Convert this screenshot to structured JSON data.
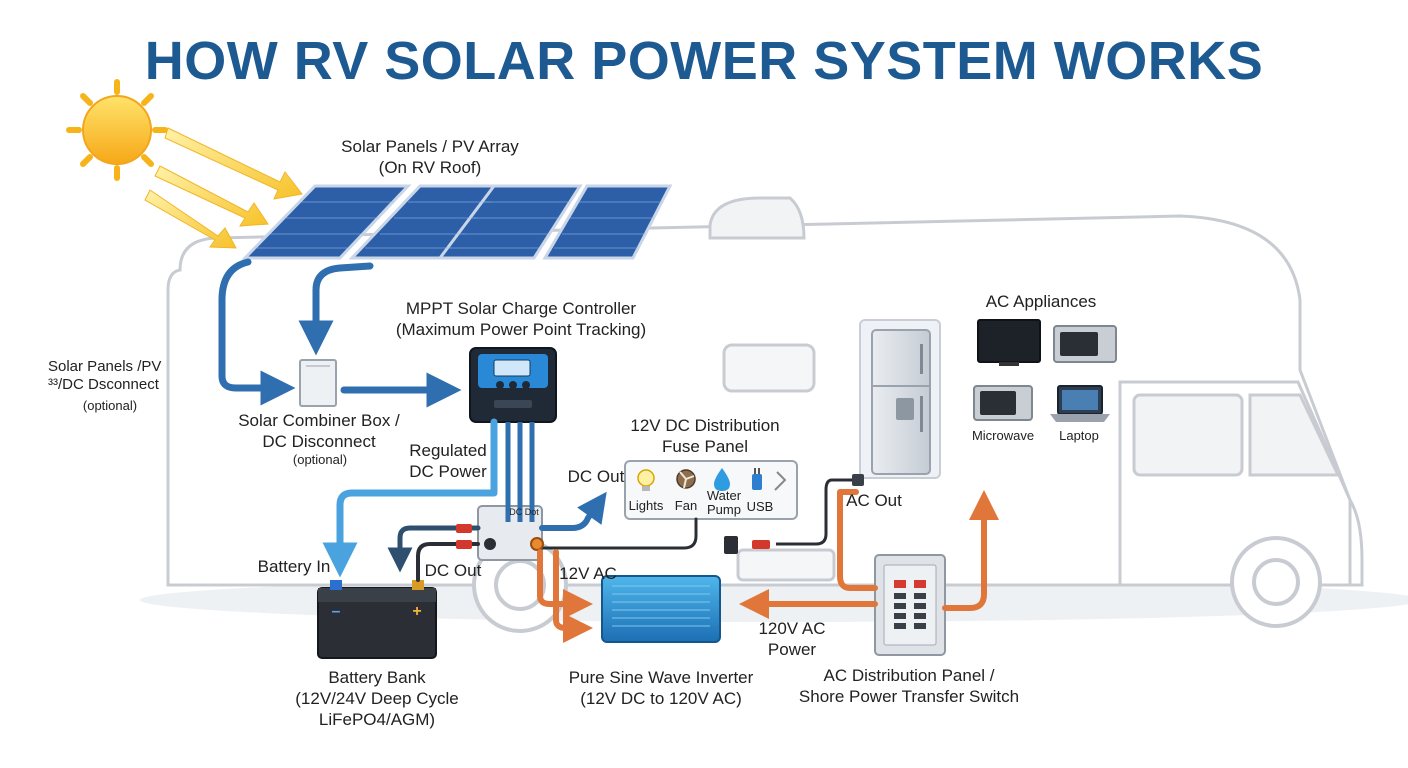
{
  "title": "HOW RV SOLAR POWER SYSTEM WORKS",
  "labels": {
    "solar_panels": "Solar Panels / PV Array\n(On RV Roof)",
    "side_note": "Solar Panels /PV\n³³/DC Dsconnect",
    "side_note_optional": "(optional)",
    "mppt": "MPPT Solar Charge Controller\n(Maximum Power Point Tracking)",
    "combiner": "Solar Combiner Box /\nDC Disconnect",
    "combiner_optional": "(optional)",
    "regulated": "Regulated\nDC Power",
    "dc_dist": "12V DC Distribution\nFuse Panel",
    "dc_out_1": "DC Out",
    "dc_out_2": "DC Out",
    "dc_dot": "DC Dot",
    "battery_in": "Battery In",
    "twelve_v_ac": "12V AC",
    "ac_appliances": "AC Appliances",
    "ac_out": "AC Out",
    "ac_power": "120V AC\nPower",
    "battery_bank": "Battery Bank\n(12V/24V Deep Cycle\nLiFePO4/AGM)",
    "inverter": "Pure Sine Wave Inverter\n(12V DC to 120V AC)",
    "ac_panel": "AC Distribution Panel /\nShore Power Transfer Switch"
  },
  "loads": {
    "lights": "Lights",
    "fan": "Fan",
    "water_pump": "Water\nPump",
    "usb": "USB"
  },
  "appliances": {
    "microwave": "Microwave",
    "laptop": "Laptop"
  },
  "colors": {
    "title": "#1d5a92",
    "dc_arrow": "#2f6fb0",
    "dc_arrow_light": "#4aa3df",
    "ac_arrow": "#e0763a",
    "panel": "#2d5fa8",
    "inverter": "#2a90d0",
    "rv_outline": "#c8ccd2"
  }
}
